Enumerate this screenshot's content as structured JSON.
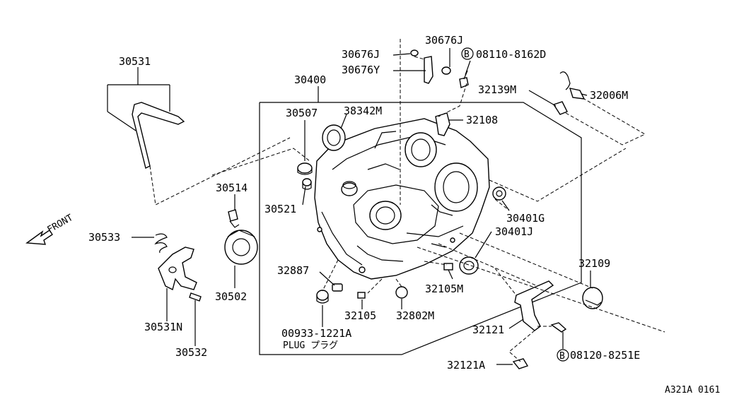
{
  "labels": {
    "p30531": "30531",
    "p30400": "30400",
    "p30507": "30507",
    "p38342M": "38342M",
    "p32108": "32108",
    "p30676J_a": "30676J",
    "p30676J_b": "30676J",
    "p30676Y": "30676Y",
    "p08110": "08110-8162D",
    "p32139M": "32139M",
    "p32006M": "32006M",
    "p30514": "30514",
    "p30521": "30521",
    "p30401G": "30401G",
    "p30401J": "30401J",
    "p30533": "30533",
    "p30502": "30502",
    "p32887": "32887",
    "p32105M": "32105M",
    "p32109": "32109",
    "p30531N": "30531N",
    "p32105": "32105",
    "p32802M": "32802M",
    "p00933": "00933-1221A",
    "plug": "PLUG プラグ",
    "p32121": "32121",
    "p08120": "08120-8251E",
    "p32532": "30532",
    "p32121A": "32121A",
    "front": "FRONT",
    "bolt_b1": "B",
    "bolt_b2": "B"
  },
  "footer": {
    "code": "A321A 0161"
  },
  "colors": {
    "ink": "#000000",
    "background": "#ffffff"
  }
}
